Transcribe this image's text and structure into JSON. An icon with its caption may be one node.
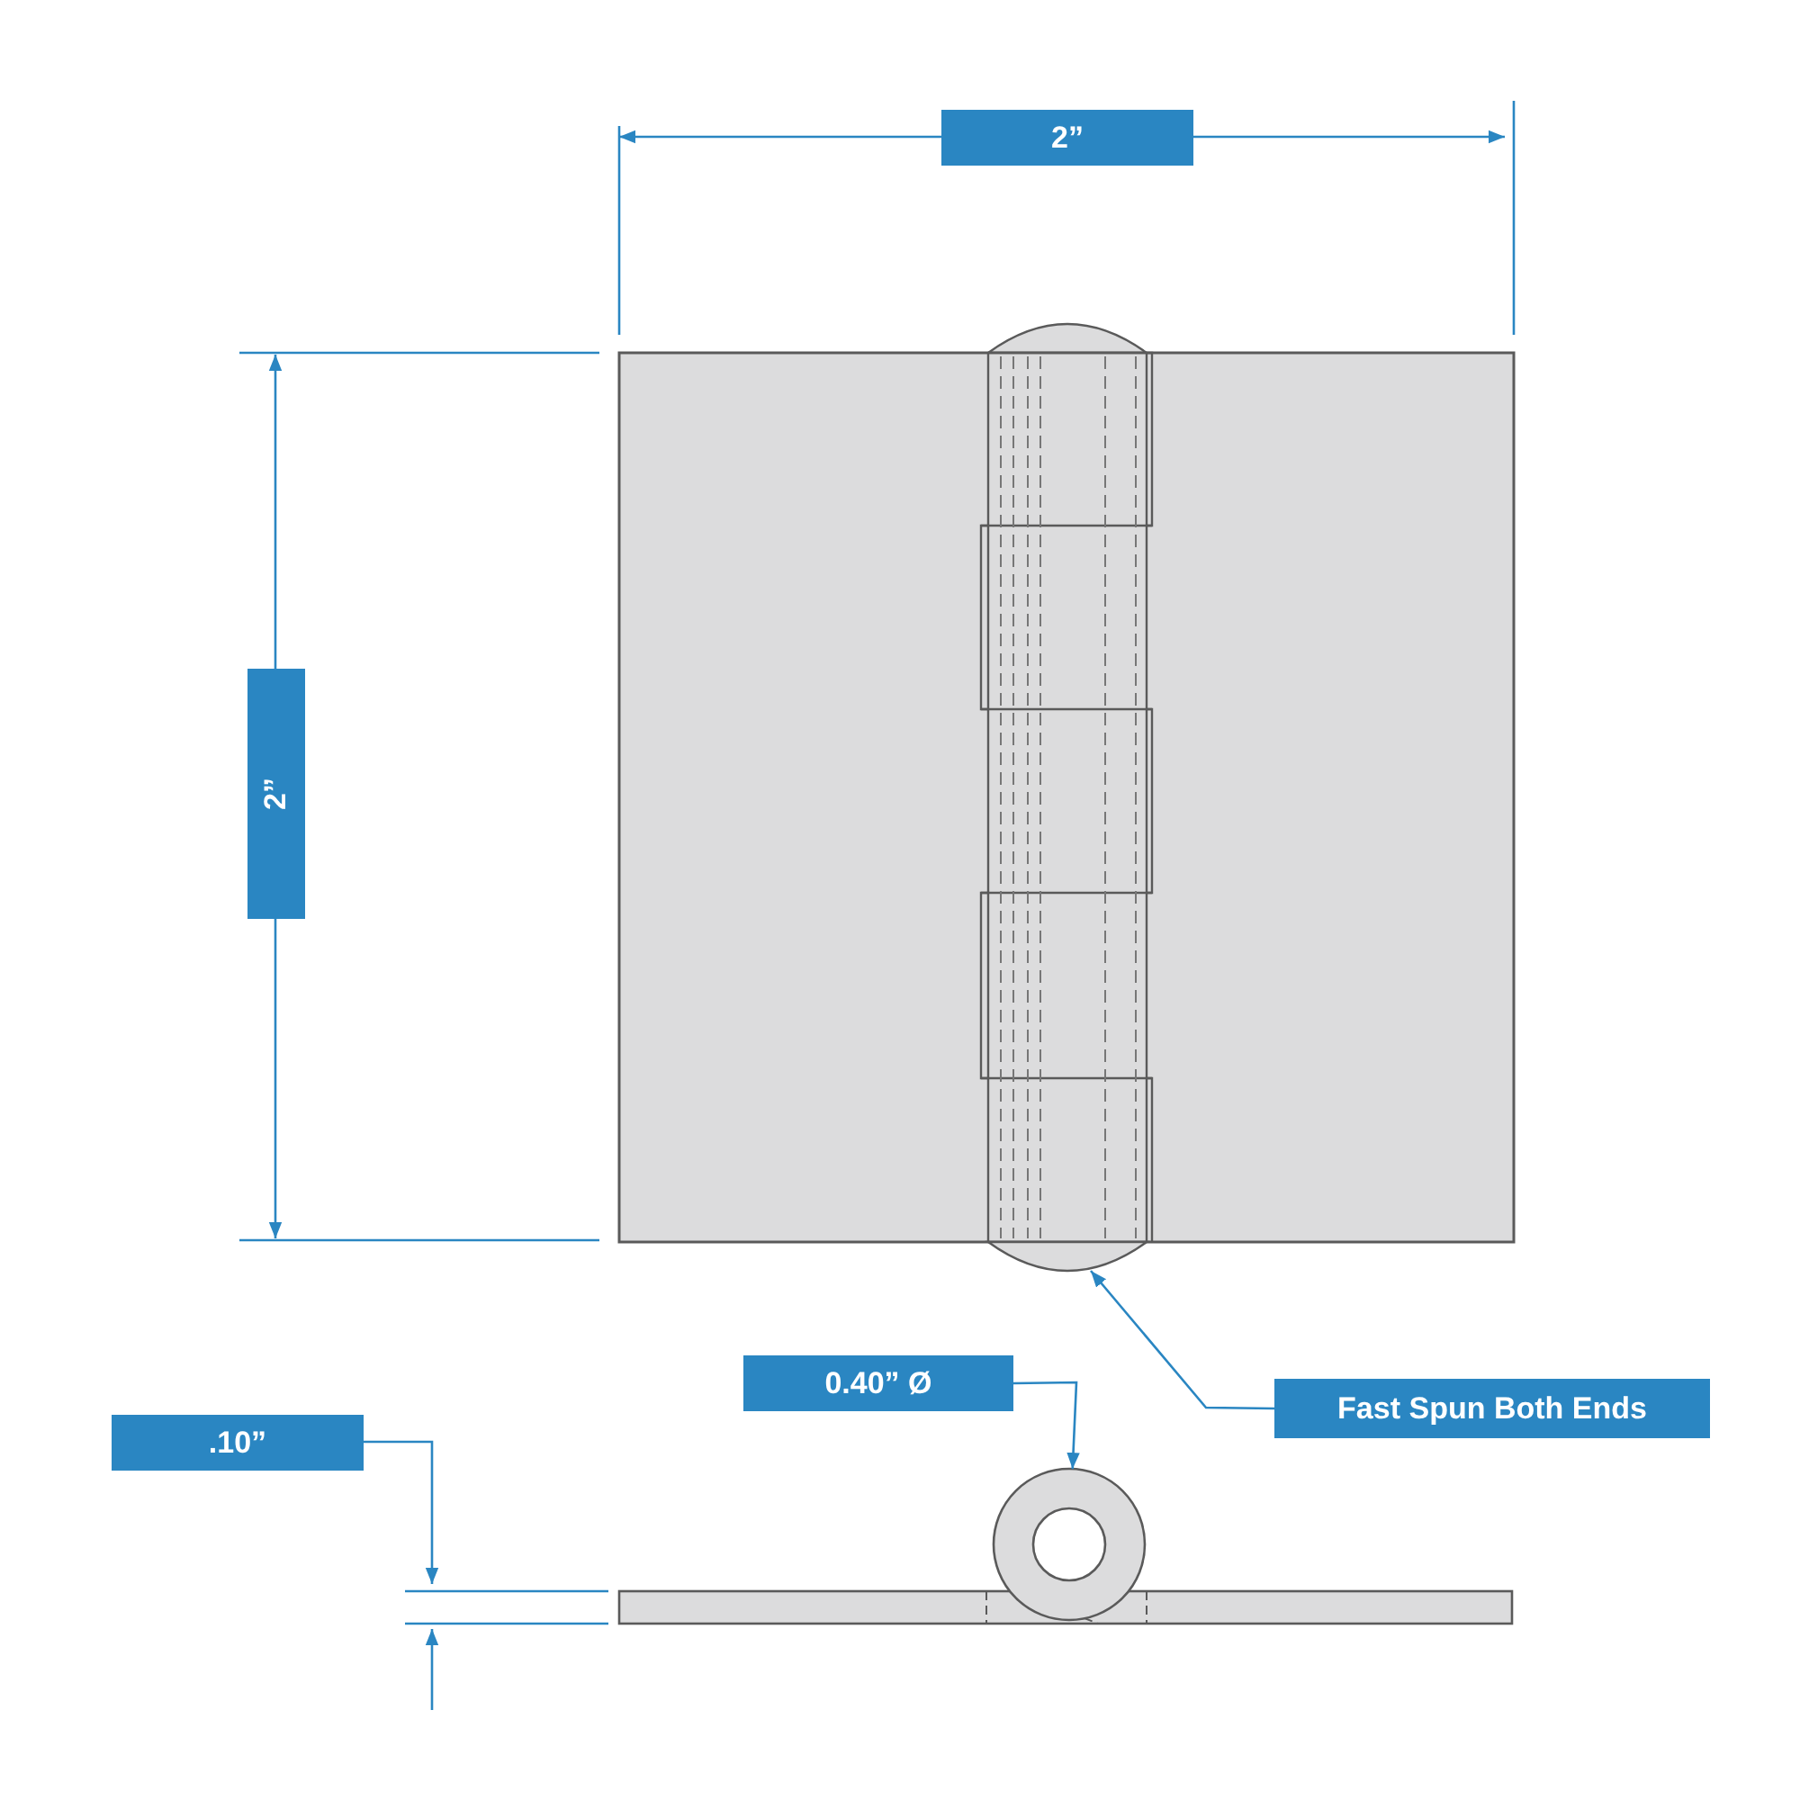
{
  "diagram": {
    "nodes": [
      {
        "text": [
          "Fast Spun Both Ends"
        ]
      },
      {
        "text": [],
        "shape": "picture"
      },
      {
        "text": [
          "0.40” Ø"
        ]
      },
      {
        "text": [],
        "shape": "circle"
      }
    ],
    "edges": [
      {
        "from": 0,
        "to": 1,
        "arrow": "to"
      },
      {
        "from": 2,
        "to": 3,
        "arrow": "to"
      }
    ],
    "labels": [
      "2”",
      "2”",
      ".10”"
    ]
  }
}
